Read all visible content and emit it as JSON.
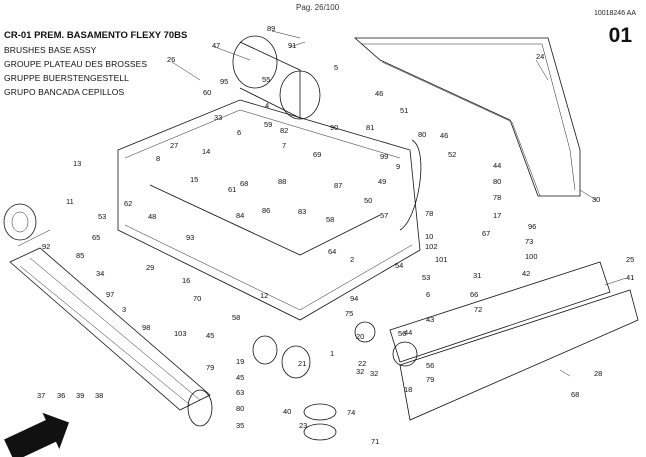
{
  "header": {
    "page_number": "Pag. 26/100",
    "document_code": "10018246 AA"
  },
  "title": {
    "main": "CR-01 PREM. BASAMENTO FLEXY 70BS",
    "lines": [
      "BRUSHES BASE ASSY",
      "GROUPE PLATEAU DES BROSSES",
      "GRUPPE BUERSTENGESTELL",
      "GRUPO BANCADA CEPILLOS"
    ]
  },
  "section_code": "01",
  "callouts": [
    {
      "n": "89"
    },
    {
      "n": "91"
    },
    {
      "n": "47"
    },
    {
      "n": "55"
    },
    {
      "n": "26"
    },
    {
      "n": "5"
    },
    {
      "n": "24"
    },
    {
      "n": "95"
    },
    {
      "n": "60"
    },
    {
      "n": "4"
    },
    {
      "n": "46"
    },
    {
      "n": "33"
    },
    {
      "n": "59"
    },
    {
      "n": "51"
    },
    {
      "n": "82"
    },
    {
      "n": "90"
    },
    {
      "n": "80"
    },
    {
      "n": "46"
    },
    {
      "n": "6"
    },
    {
      "n": "81"
    },
    {
      "n": "52"
    },
    {
      "n": "8"
    },
    {
      "n": "27"
    },
    {
      "n": "14"
    },
    {
      "n": "7"
    },
    {
      "n": "99"
    },
    {
      "n": "69"
    },
    {
      "n": "15"
    },
    {
      "n": "88"
    },
    {
      "n": "9"
    },
    {
      "n": "44"
    },
    {
      "n": "13"
    },
    {
      "n": "62"
    },
    {
      "n": "68"
    },
    {
      "n": "87"
    },
    {
      "n": "49"
    },
    {
      "n": "80"
    },
    {
      "n": "61"
    },
    {
      "n": "86"
    },
    {
      "n": "50"
    },
    {
      "n": "78"
    },
    {
      "n": "48"
    },
    {
      "n": "84"
    },
    {
      "n": "57"
    },
    {
      "n": "30"
    },
    {
      "n": "11"
    },
    {
      "n": "53"
    },
    {
      "n": "83"
    },
    {
      "n": "17"
    },
    {
      "n": "58"
    },
    {
      "n": "92"
    },
    {
      "n": "93"
    },
    {
      "n": "10"
    },
    {
      "n": "96"
    },
    {
      "n": "65"
    },
    {
      "n": "78"
    },
    {
      "n": "67"
    },
    {
      "n": "73"
    },
    {
      "n": "64"
    },
    {
      "n": "102"
    },
    {
      "n": "2"
    },
    {
      "n": "101"
    },
    {
      "n": "85"
    },
    {
      "n": "54"
    },
    {
      "n": "100"
    },
    {
      "n": "25"
    },
    {
      "n": "29"
    },
    {
      "n": "34"
    },
    {
      "n": "53"
    },
    {
      "n": "31"
    },
    {
      "n": "42"
    },
    {
      "n": "16"
    },
    {
      "n": "41"
    },
    {
      "n": "97"
    },
    {
      "n": "12"
    },
    {
      "n": "94"
    },
    {
      "n": "6"
    },
    {
      "n": "66"
    },
    {
      "n": "70"
    },
    {
      "n": "3"
    },
    {
      "n": "103"
    },
    {
      "n": "58"
    },
    {
      "n": "43"
    },
    {
      "n": "72"
    },
    {
      "n": "98"
    },
    {
      "n": "75"
    },
    {
      "n": "45"
    },
    {
      "n": "56"
    },
    {
      "n": "20"
    },
    {
      "n": "44"
    },
    {
      "n": "1"
    },
    {
      "n": "79"
    },
    {
      "n": "19"
    },
    {
      "n": "22"
    },
    {
      "n": "56"
    },
    {
      "n": "45"
    },
    {
      "n": "32"
    },
    {
      "n": "21"
    },
    {
      "n": "32"
    },
    {
      "n": "28"
    },
    {
      "n": "63"
    },
    {
      "n": "79"
    },
    {
      "n": "37"
    },
    {
      "n": "36"
    },
    {
      "n": "39"
    },
    {
      "n": "38"
    },
    {
      "n": "80"
    },
    {
      "n": "18"
    },
    {
      "n": "68"
    },
    {
      "n": "40"
    },
    {
      "n": "74"
    },
    {
      "n": "35"
    },
    {
      "n": "23"
    },
    {
      "n": "71"
    }
  ]
}
